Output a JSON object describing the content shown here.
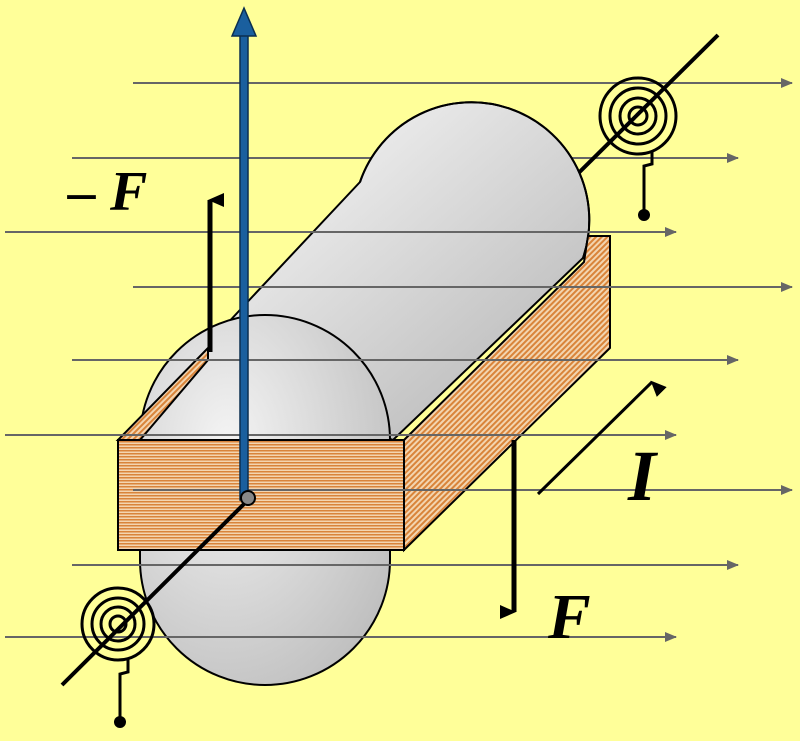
{
  "labels": {
    "neg_force": "– F",
    "force": "F",
    "current": "I"
  },
  "colors": {
    "background": "#ffff99",
    "field_line": "#666666",
    "axis_blue": "#1a5f9e",
    "frame_orange": "#d9843a",
    "drum_gray": "#c8c8c8",
    "ink": "#000000"
  }
}
